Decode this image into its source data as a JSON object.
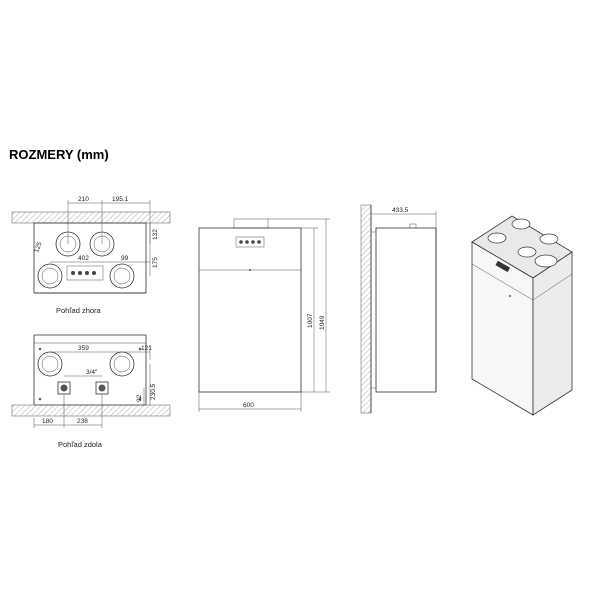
{
  "title": "ROZMERY (mm)",
  "captions": {
    "top_view": "Pohľad zhora",
    "bottom_view": "Pohľad zdola"
  },
  "top_view_dims": {
    "d210": "210",
    "d195": "195.1",
    "d132": "132",
    "d402": "402",
    "d99": "99",
    "d175": "175",
    "d125": "125"
  },
  "bottom_view_dims": {
    "d359": "359",
    "d121": "121",
    "d34": "3/4\"",
    "d92": "92",
    "d2305": "230.5",
    "d180": "180",
    "d238": "238"
  },
  "front_view_dims": {
    "d1007": "1007",
    "d1049": "1049",
    "d600": "600"
  },
  "side_view_dims": {
    "d4335": "433.5"
  }
}
